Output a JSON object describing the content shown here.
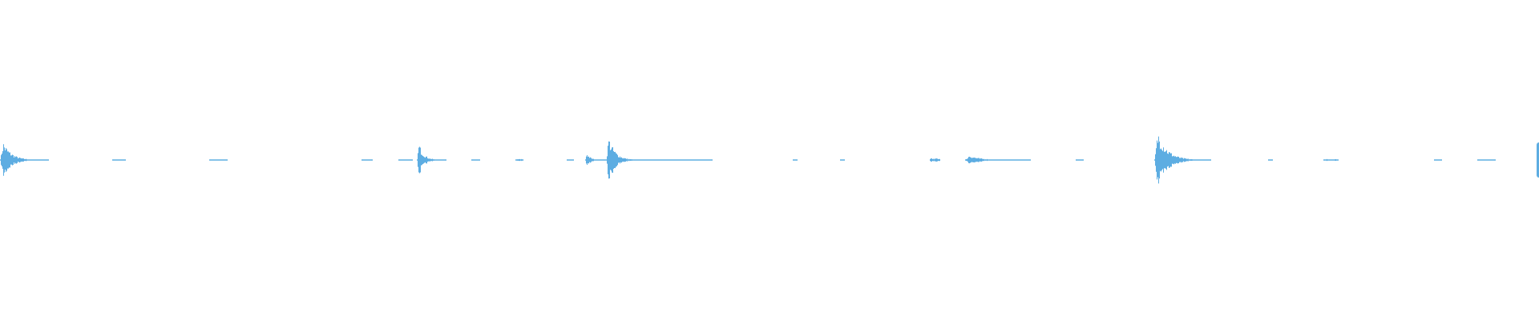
{
  "waveform": {
    "color": "#5dade2",
    "background": "#ffffff",
    "type": "audio-waveform",
    "segments": [
      {
        "start": 0.0,
        "end": 0.032,
        "peak": 0.12,
        "decay": "sharp"
      },
      {
        "start": 0.073,
        "end": 0.082,
        "peak": 0.004,
        "decay": "flat"
      },
      {
        "start": 0.136,
        "end": 0.148,
        "peak": 0.003,
        "decay": "flat"
      },
      {
        "start": 0.235,
        "end": 0.242,
        "peak": 0.003,
        "decay": "flat"
      },
      {
        "start": 0.259,
        "end": 0.268,
        "peak": 0.004,
        "decay": "flat"
      },
      {
        "start": 0.271,
        "end": 0.29,
        "peak": 0.11,
        "decay": "sharp"
      },
      {
        "start": 0.306,
        "end": 0.312,
        "peak": 0.004,
        "decay": "flat"
      },
      {
        "start": 0.335,
        "end": 0.34,
        "peak": 0.006,
        "decay": "flat"
      },
      {
        "start": 0.368,
        "end": 0.373,
        "peak": 0.004,
        "decay": "flat"
      },
      {
        "start": 0.38,
        "end": 0.394,
        "peak": 0.05,
        "decay": "sharp"
      },
      {
        "start": 0.394,
        "end": 0.42,
        "peak": 0.15,
        "decay": "sharp"
      },
      {
        "start": 0.42,
        "end": 0.463,
        "peak": 0.002,
        "decay": "flat"
      },
      {
        "start": 0.515,
        "end": 0.518,
        "peak": 0.003,
        "decay": "flat"
      },
      {
        "start": 0.546,
        "end": 0.549,
        "peak": 0.003,
        "decay": "flat"
      },
      {
        "start": 0.604,
        "end": 0.611,
        "peak": 0.012,
        "decay": "flat"
      },
      {
        "start": 0.627,
        "end": 0.67,
        "peak": 0.03,
        "decay": "sharp"
      },
      {
        "start": 0.699,
        "end": 0.704,
        "peak": 0.004,
        "decay": "flat"
      },
      {
        "start": 0.75,
        "end": 0.787,
        "peak": 0.19,
        "decay": "sharp"
      },
      {
        "start": 0.824,
        "end": 0.827,
        "peak": 0.003,
        "decay": "flat"
      },
      {
        "start": 0.86,
        "end": 0.87,
        "peak": 0.006,
        "decay": "flat"
      },
      {
        "start": 0.932,
        "end": 0.937,
        "peak": 0.003,
        "decay": "flat"
      },
      {
        "start": 0.96,
        "end": 0.972,
        "peak": 0.003,
        "decay": "flat"
      }
    ]
  }
}
